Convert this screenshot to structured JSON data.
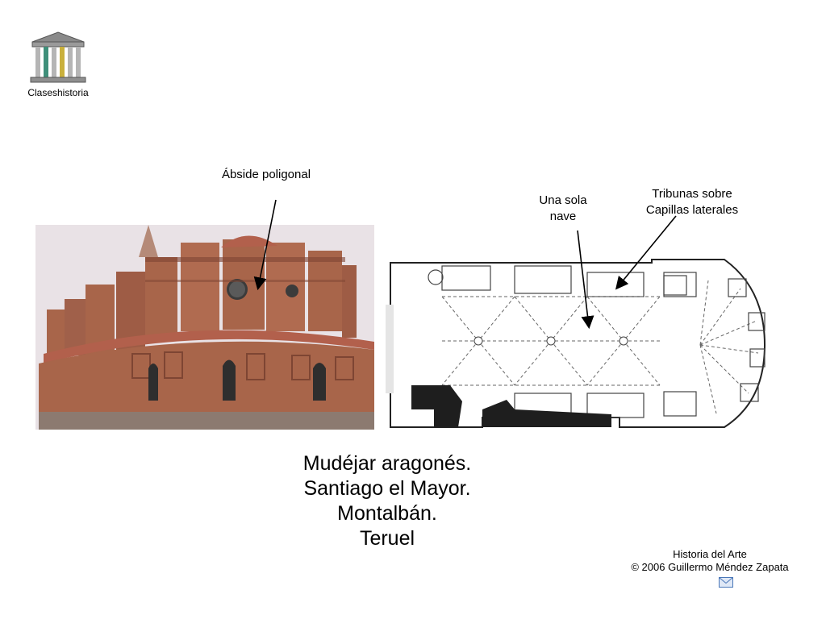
{
  "logo": {
    "label": "Claseshistoria",
    "icon": "greek-temple-icon"
  },
  "labels": {
    "apse": "Ábside poligonal",
    "nave_line1": "Una sola",
    "nave_line2": "nave",
    "tribunes_line1": "Tribunas sobre",
    "tribunes_line2": "Capillas laterales"
  },
  "title": {
    "line1": "Mudéjar aragonés.",
    "line2": "Santiago el Mayor.",
    "line3": "Montalbán.",
    "line4": "Teruel"
  },
  "footer": {
    "line1": "Historia del Arte",
    "line2": "© 2006 Guillermo Méndez Zapata",
    "mail_icon": "envelope-icon"
  },
  "colors": {
    "brick": "#a8654a",
    "brick_dark": "#7e4533",
    "roof": "#b2604c",
    "sky": "#e9e2e6",
    "plan_ink": "#222222",
    "mail": "#4a77b8"
  }
}
